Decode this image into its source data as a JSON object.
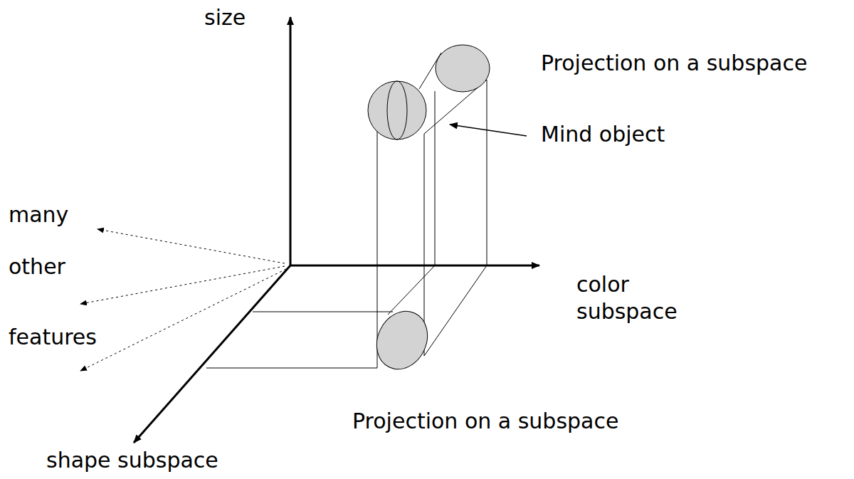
{
  "diagram": {
    "labels": [
      "size",
      "many",
      "other",
      "features",
      "Projection on a subspace",
      "Mind object",
      "color subspace",
      "Projection on a subspace",
      "shape subspace"
    ]
  }
}
